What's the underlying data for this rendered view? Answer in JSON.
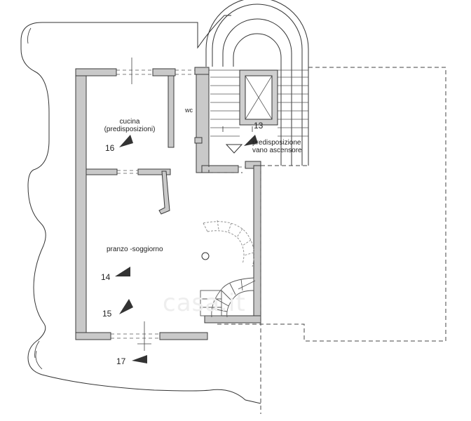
{
  "rooms": {
    "kitchen": "cucina",
    "kitchen_note": "(predisposizioni)",
    "wc": "wc",
    "living": "pranzo -soggiorno",
    "lift_line1": "predisposizione",
    "lift_line2": "vano ascensore"
  },
  "markers": [
    "13",
    "14",
    "15",
    "16",
    "17"
  ],
  "watermark": "casa.it",
  "colors": {
    "wall": "#c9c9c9",
    "line": "#3a3a3a",
    "dash": "#444444"
  }
}
